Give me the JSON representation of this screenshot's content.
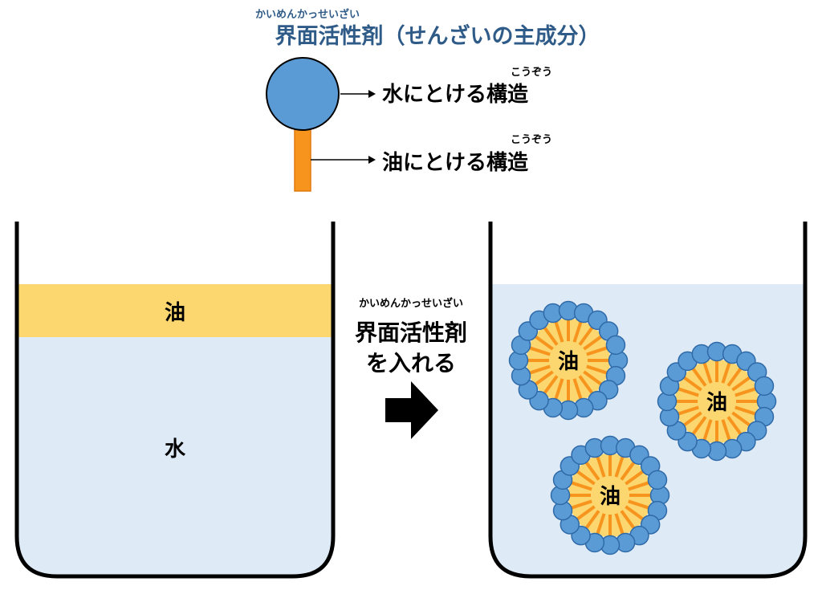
{
  "header": {
    "title_ruby": "かいめんかっせいざい",
    "title": "界面活性剤（せんざいの主成分）",
    "title_color": "#2f5b88"
  },
  "molecule": {
    "head_color": "#5b9bd5",
    "tail_color": "#f7941d",
    "head_label_ruby": "こうぞう",
    "head_label": "水にとける構造",
    "tail_label_ruby": "こうぞう",
    "tail_label": "油にとける構造"
  },
  "left_beaker": {
    "oil_label": "油",
    "water_label": "水",
    "oil_color": "#fcd66f",
    "water_color": "#deebf7"
  },
  "middle": {
    "ruby": "かいめんかっせいざい",
    "line1": "界面活性剤",
    "line2": "を入れる",
    "icon": "right-arrow-icon"
  },
  "right_beaker": {
    "water_color": "#deebf7",
    "micelles": [
      {
        "label": "油"
      },
      {
        "label": "油"
      },
      {
        "label": "油"
      }
    ]
  }
}
